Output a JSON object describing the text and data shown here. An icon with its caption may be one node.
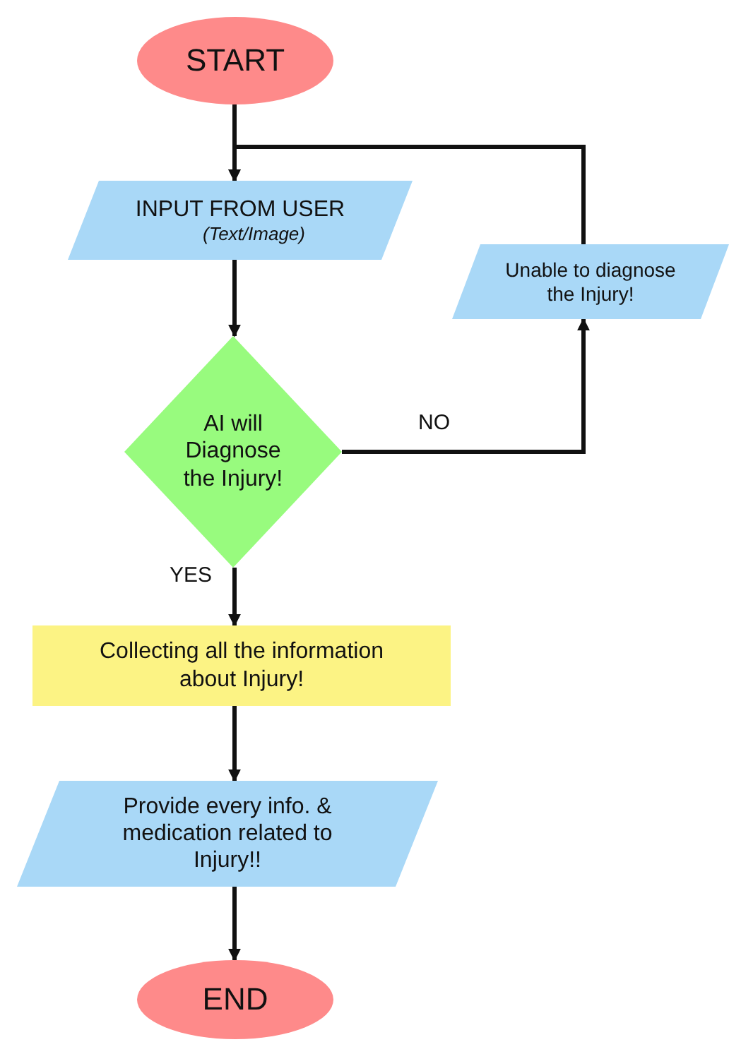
{
  "diagram": {
    "nodes": [
      {
        "text": [
          "START"
        ]
      },
      {
        "text": [
          "INPUT FROM USER",
          "(Text/Image)"
        ]
      },
      {
        "text": [
          "AI will Diagnose the Injury!"
        ]
      },
      {
        "text": [
          "Unable to diagnose the Injury!"
        ]
      },
      {
        "text": [
          "Collecting all the information about Injury!"
        ]
      },
      {
        "text": [
          "Provide every info. & medication related to Injury!!"
        ]
      },
      {
        "text": [
          "END"
        ]
      }
    ],
    "edges": [
      {
        "from": 0,
        "to": 1,
        "arrow": "to"
      },
      {
        "from": 1,
        "to": 2,
        "arrow": "to"
      },
      {
        "from": 2,
        "to": 3,
        "arrow": "to",
        "label": "NO"
      },
      {
        "from": 3,
        "to": 1,
        "arrow": "to"
      },
      {
        "from": 2,
        "to": 4,
        "arrow": "to",
        "label": "YES"
      },
      {
        "from": 4,
        "to": 5,
        "arrow": "to"
      },
      {
        "from": 5,
        "to": 6,
        "arrow": "to"
      }
    ]
  }
}
